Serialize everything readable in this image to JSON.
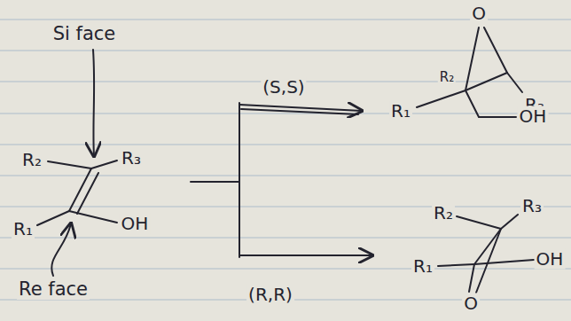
{
  "diagram": {
    "labels": [
      "Si face",
      "R₂",
      "R₃",
      "R₁",
      "OH",
      "Re face",
      "(S,S)",
      "O",
      "R₂",
      "R₃",
      "R₁",
      "OH",
      "R₂",
      "R₃",
      "R₁",
      "OH",
      "O",
      "(R,R)"
    ]
  }
}
